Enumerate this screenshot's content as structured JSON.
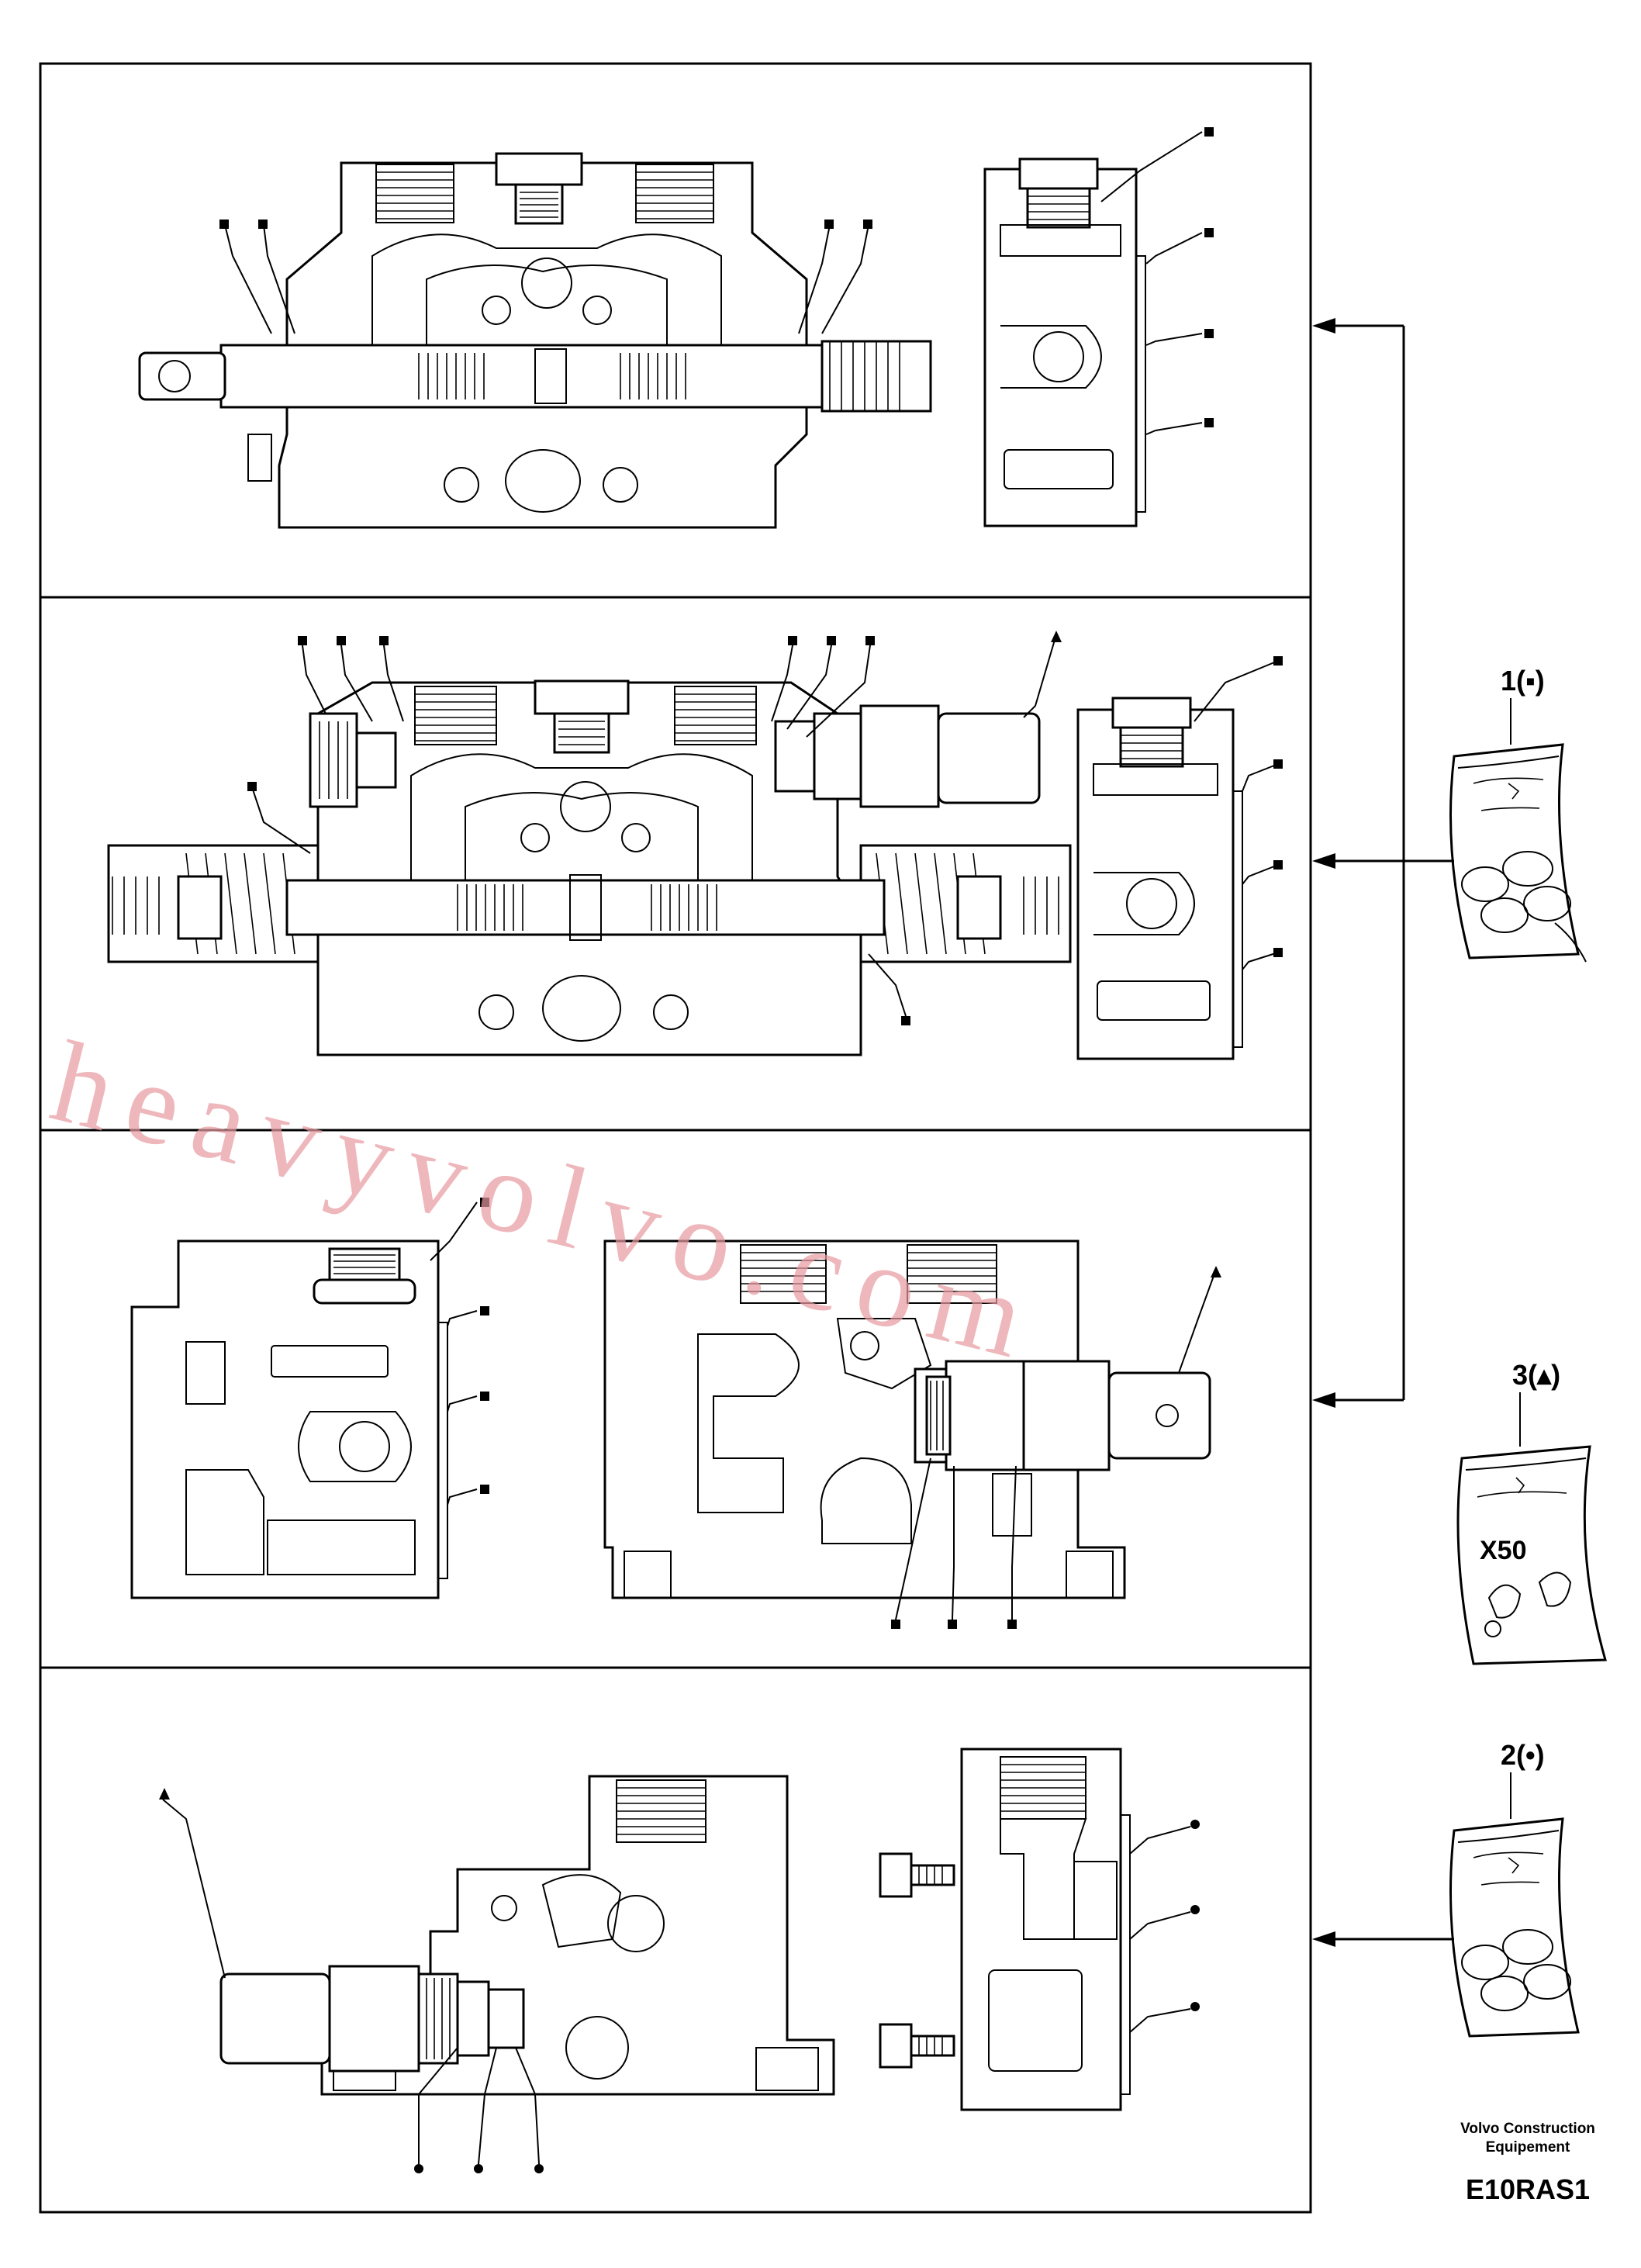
{
  "kits": [
    {
      "id": "kit1",
      "label": "1(▪)"
    },
    {
      "id": "kit3",
      "label": "3(▴)",
      "quantity": "X50"
    },
    {
      "id": "kit2",
      "label": "2(•)"
    }
  ],
  "legend": {
    "credit_line1": "Volvo Construction",
    "credit_line2": "Equipement",
    "reference": "E10RAS1"
  },
  "watermark": "heavyvolvo.com"
}
